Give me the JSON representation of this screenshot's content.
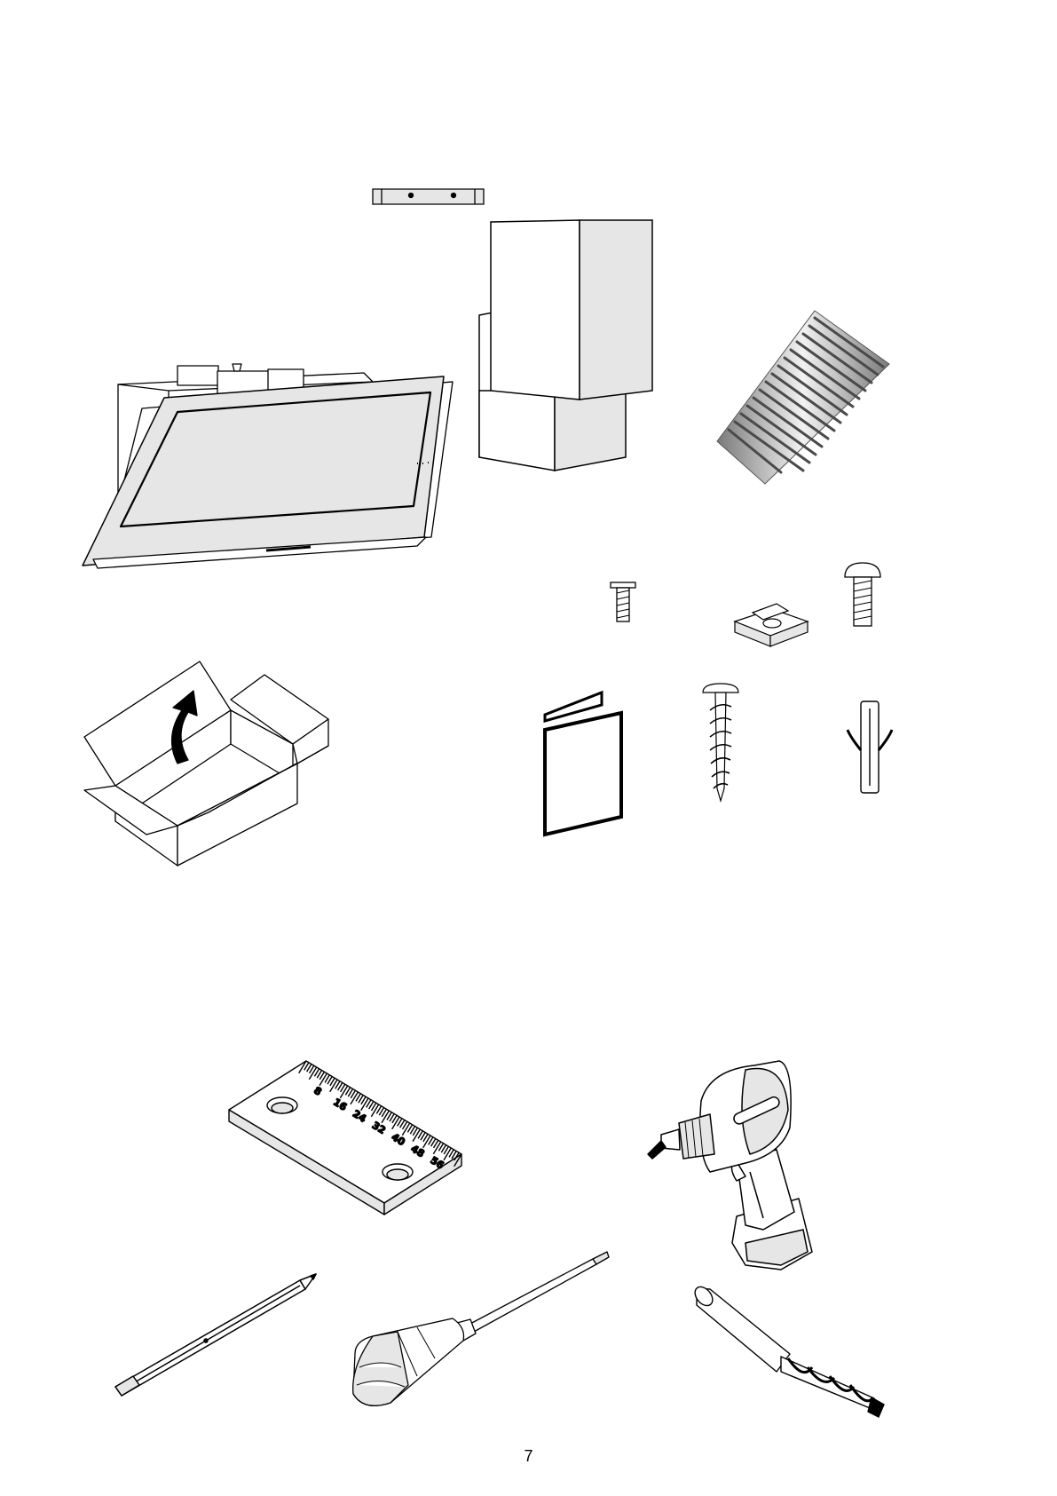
{
  "page": {
    "page_number": "7"
  },
  "parts": [
    {
      "icon": "hood-icon"
    },
    {
      "icon": "wall-bracket-icon"
    },
    {
      "icon": "chimney-upper-cover-icon"
    },
    {
      "icon": "chimney-lower-cover-icon"
    },
    {
      "icon": "flexible-duct-icon"
    },
    {
      "icon": "short-screw-icon"
    },
    {
      "icon": "fixing-clip-icon"
    },
    {
      "icon": "round-head-screw-icon"
    },
    {
      "icon": "open-box-icon"
    },
    {
      "icon": "manual-booklet-icon"
    },
    {
      "icon": "wood-screw-icon"
    },
    {
      "icon": "wall-plug-icon"
    }
  ],
  "tools": [
    {
      "icon": "ruler-icon",
      "markings": [
        "8",
        "16",
        "24",
        "32",
        "40",
        "48",
        "56"
      ]
    },
    {
      "icon": "cordless-drill-icon"
    },
    {
      "icon": "pencil-icon"
    },
    {
      "icon": "screwdriver-icon"
    },
    {
      "icon": "drill-bit-icon"
    }
  ],
  "colors": {
    "line": "#000000",
    "panel_fill": "#e6e6e6",
    "duct_light": "#f2f2f2",
    "duct_dark": "#7a7a7a"
  }
}
